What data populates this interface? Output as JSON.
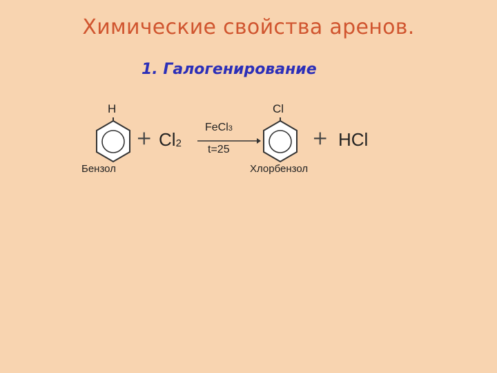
{
  "slide": {
    "title": "Химические свойства аренов.",
    "subtitle": "1. Галогенирование"
  },
  "reaction": {
    "reactant_substituent": "H",
    "reactant_name": "Бензол",
    "plus_1": "+",
    "reagent_symbol": "Cl",
    "reagent_subscript": "2",
    "catalyst_symbol": "FeCl",
    "catalyst_subscript": "3",
    "condition": "t=25",
    "product_substituent": "Cl",
    "product_name": "Хлорбензол",
    "plus_2": "+",
    "byproduct": "HCl"
  },
  "colors": {
    "background": "#f8d4b0",
    "title": "#d0552f",
    "subtitle": "#2c2fb8"
  }
}
